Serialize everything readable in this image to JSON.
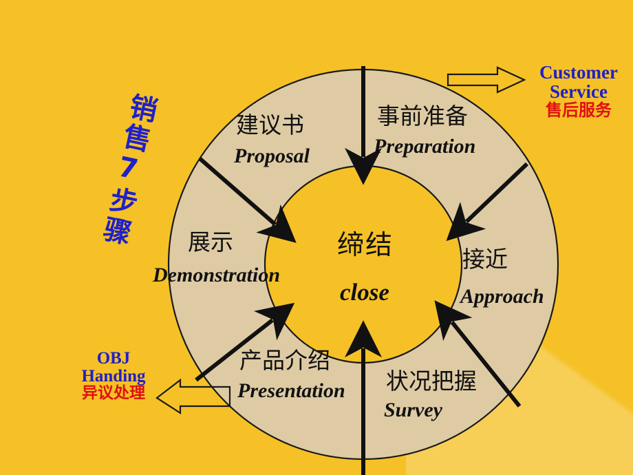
{
  "slide": {
    "background_color": "#F5C126",
    "ring_color": "#DECBA4",
    "ring_stroke": "#1A1A1A",
    "accent_blue": "#2020C8",
    "accent_red": "#E01010",
    "title_vertical": "销售7步骤"
  },
  "center": {
    "cn": "缔结",
    "en": "close"
  },
  "stages": [
    {
      "id": "preparation",
      "cn": "事前准备",
      "en": "Preparation"
    },
    {
      "id": "approach",
      "cn": "接近",
      "en": "Approach"
    },
    {
      "id": "survey",
      "cn": "状况把握",
      "en": "Survey"
    },
    {
      "id": "presentation",
      "cn": "产品介绍",
      "en": "Presentation"
    },
    {
      "id": "demonstration",
      "cn": "展示",
      "en": "Demonstration"
    },
    {
      "id": "proposal",
      "cn": "建议书",
      "en": "Proposal"
    }
  ],
  "callouts": {
    "customer_service": {
      "en_line1": "Customer",
      "en_line2": "Service",
      "cn": "售后服务",
      "arrow": "block-arrow-right-icon"
    },
    "objection_handling": {
      "en_line1": "OBJ",
      "en_line2": "Handing",
      "cn": "异议处理",
      "arrow": "block-arrow-left-icon"
    }
  },
  "arrows": [
    {
      "id": "arrow-preparation-in",
      "direction": "down",
      "icon": "arrow-down-icon"
    },
    {
      "id": "arrow-approach-in",
      "direction": "down-left",
      "icon": "arrow-diagonal-icon"
    },
    {
      "id": "arrow-survey-in",
      "direction": "up",
      "icon": "arrow-up-icon"
    },
    {
      "id": "arrow-survey-out",
      "direction": "up-left",
      "icon": "arrow-diagonal-icon"
    },
    {
      "id": "arrow-presentation-in",
      "direction": "up-right",
      "icon": "arrow-diagonal-icon"
    },
    {
      "id": "arrow-proposal-in",
      "direction": "down-right",
      "icon": "arrow-diagonal-icon"
    }
  ]
}
